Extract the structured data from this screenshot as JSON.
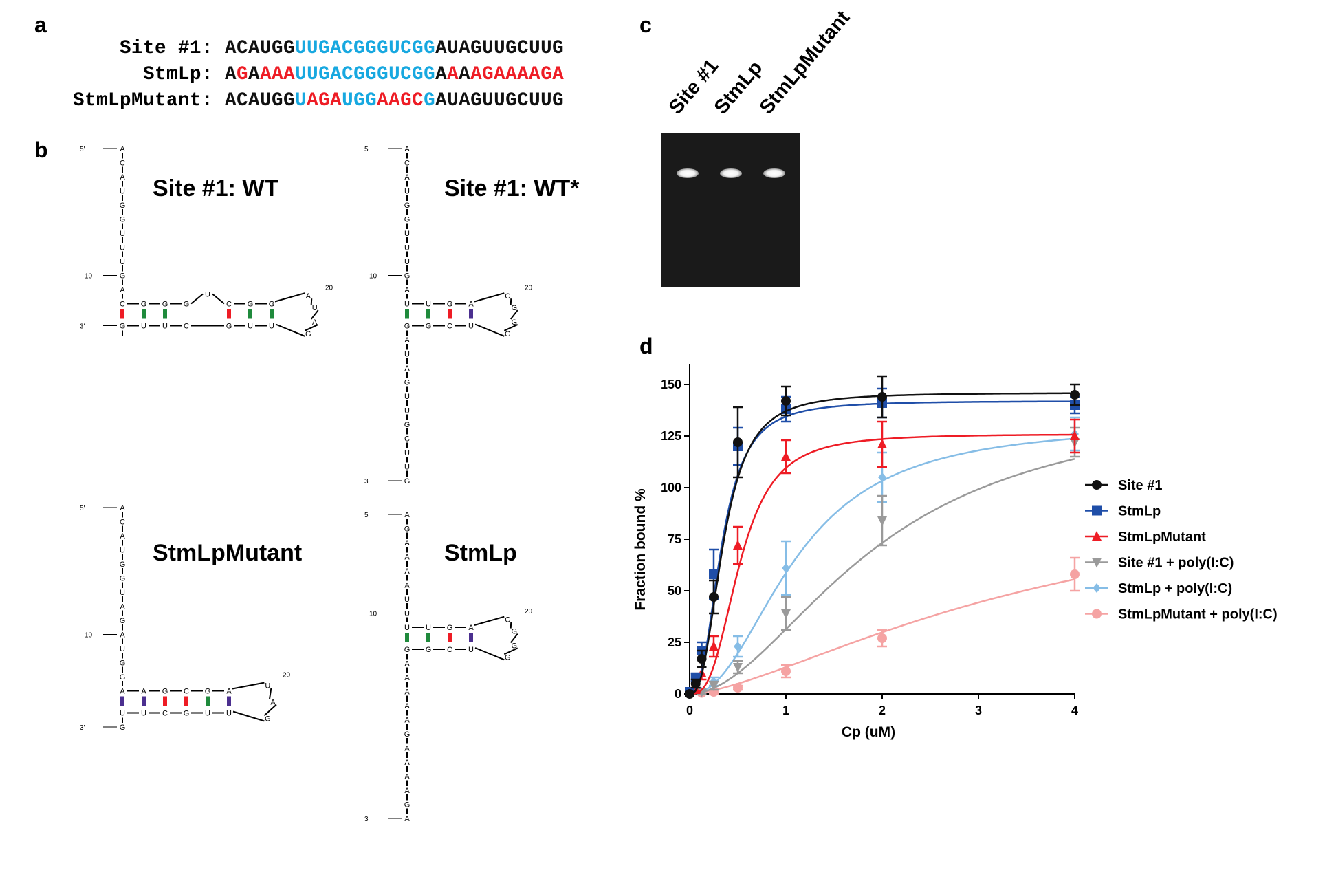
{
  "panel_a": {
    "letter": "a",
    "rows": [
      {
        "label": "Site #1:",
        "segments": [
          {
            "t": "ACAUGG",
            "c": "k"
          },
          {
            "t": "UUGACGGGUCGG",
            "c": "b"
          },
          {
            "t": "AUAGUUGCUUG",
            "c": "k"
          }
        ]
      },
      {
        "label": "StmLp:",
        "segments": [
          {
            "t": "A",
            "c": "k"
          },
          {
            "t": "G",
            "c": "r"
          },
          {
            "t": "A",
            "c": "k"
          },
          {
            "t": "AAA",
            "c": "r"
          },
          {
            "t": "UUGACGGGUCGG",
            "c": "b"
          },
          {
            "t": "A",
            "c": "k"
          },
          {
            "t": "A",
            "c": "r"
          },
          {
            "t": "A",
            "c": "k"
          },
          {
            "t": "AGAAAAGA",
            "c": "r"
          }
        ]
      },
      {
        "label": "StmLpMutant:",
        "segments": [
          {
            "t": "ACAUGG",
            "c": "k"
          },
          {
            "t": "U",
            "c": "b"
          },
          {
            "t": "AGA",
            "c": "r"
          },
          {
            "t": "U",
            "c": "b"
          },
          {
            "t": "GG",
            "c": "b"
          },
          {
            "t": "AAGC",
            "c": "r"
          },
          {
            "t": "G",
            "c": "b"
          },
          {
            "t": "AUAGUUGCUUG",
            "c": "k"
          }
        ]
      }
    ]
  },
  "panel_b": {
    "letter": "b",
    "structures": [
      {
        "title": "Site #1: WT",
        "five": "5'",
        "three": "3'",
        "n10": "10",
        "n20": "20",
        "stem5": "ACAUGGUUUGA",
        "top": [
          "C",
          "G",
          "G",
          "G",
          "U",
          "C",
          "G",
          "G"
        ],
        "loop": [
          "A",
          "U",
          "A",
          "G"
        ],
        "bottom": [
          "G",
          "U",
          "U",
          "C",
          "",
          "G",
          "U",
          "U"
        ],
        "pairs": [
          "r",
          "g",
          "g",
          "",
          "",
          "r",
          "g",
          "g"
        ],
        "tail": ""
      },
      {
        "title": "Site #1: WT*",
        "five": "5'",
        "three": "3'",
        "n10": "10",
        "n20": "20",
        "stem5": "ACAUGGUUUGA",
        "top": [
          "U",
          "U",
          "G",
          "A"
        ],
        "loop": [
          "C",
          "G",
          "G",
          "G"
        ],
        "bottom": [
          "G",
          "G",
          "C",
          "U"
        ],
        "pairs": [
          "g",
          "g",
          "r",
          "p"
        ],
        "tail": "AUAGUUGCUUG"
      },
      {
        "title": "StmLpMutant",
        "five": "5'",
        "three": "3'",
        "n10": "10",
        "n20": "20",
        "stem5": "ACAUGGUAGAUGG",
        "top": [
          "A",
          "A",
          "G",
          "C",
          "G",
          "A"
        ],
        "loop": [
          "U",
          "A",
          "G"
        ],
        "bottom": [
          "U",
          "U",
          "C",
          "G",
          "U",
          "U"
        ],
        "pairs": [
          "p",
          "p",
          "r",
          "r",
          "g",
          "p"
        ],
        "tail": "G"
      },
      {
        "title": "StmLp",
        "five": "5'",
        "three": "3'",
        "n10": "10",
        "n20": "20",
        "stem5": "AGAAAAUU",
        "top": [
          "U",
          "U",
          "G",
          "A"
        ],
        "loop": [
          "C",
          "G",
          "G",
          "G"
        ],
        "bottom": [
          "G",
          "G",
          "C",
          "U"
        ],
        "pairs": [
          "g",
          "g",
          "r",
          "p"
        ],
        "tail": "AAAAAGAAAAGA"
      }
    ],
    "pair_colors": {
      "g": "#1f8a3c",
      "r": "#ee1c25",
      "p": "#4b2f8f"
    }
  },
  "panel_c": {
    "letter": "c",
    "lanes": [
      "Site #1",
      "StmLp",
      "StmLpMutant"
    ]
  },
  "panel_d": {
    "letter": "d"
  },
  "chart_data": {
    "type": "line",
    "xlabel": "Cp (uM)",
    "ylabel": "Fraction bound  %",
    "xlim": [
      0,
      4
    ],
    "ylim": [
      0,
      160
    ],
    "x_ticks": [
      0,
      1,
      2,
      3,
      4
    ],
    "y_ticks": [
      0,
      25,
      50,
      75,
      100,
      125,
      150
    ],
    "legend_position": "right",
    "grid": false,
    "series": [
      {
        "name": "Site #1",
        "color": "#111111",
        "marker": "circle",
        "x": [
          0,
          0.0625,
          0.125,
          0.25,
          0.5,
          1,
          2,
          4
        ],
        "y": [
          0,
          5,
          17,
          47,
          122,
          142,
          144,
          145
        ],
        "err": [
          1,
          2,
          4,
          8,
          17,
          7,
          10,
          5
        ],
        "fit": {
          "top": 146,
          "k": 0.35,
          "n": 2.6
        }
      },
      {
        "name": "StmLp",
        "color": "#1f4ea8",
        "marker": "square",
        "x": [
          0,
          0.0625,
          0.125,
          0.25,
          0.5,
          1,
          2,
          4
        ],
        "y": [
          1,
          8,
          21,
          58,
          120,
          138,
          141,
          140
        ],
        "err": [
          1,
          2,
          4,
          12,
          9,
          6,
          7,
          4
        ],
        "fit": {
          "top": 142,
          "k": 0.33,
          "n": 2.6
        }
      },
      {
        "name": "StmLpMutant",
        "color": "#ee1c25",
        "marker": "triangle",
        "x": [
          0.0625,
          0.125,
          0.25,
          0.5,
          1,
          2,
          4
        ],
        "y": [
          2,
          10,
          23,
          72,
          115,
          121,
          125
        ],
        "err": [
          1,
          3,
          5,
          9,
          8,
          11,
          8
        ],
        "fit": {
          "top": 126,
          "k": 0.52,
          "n": 2.9
        }
      },
      {
        "name": "Site #1 + poly(I:C)",
        "color": "#9a9a9a",
        "marker": "triangle-down",
        "x": [
          0.125,
          0.25,
          0.5,
          1,
          2,
          4
        ],
        "y": [
          1,
          4,
          13,
          39,
          84,
          122
        ],
        "err": [
          1,
          2,
          3,
          8,
          12,
          7
        ],
        "fit": {
          "top": 143,
          "k": 1.95,
          "n": 1.9
        }
      },
      {
        "name": "StmLp + poly(I:C)",
        "color": "#86bde6",
        "marker": "diamond",
        "x": [
          0.125,
          0.25,
          0.5,
          1,
          2,
          4
        ],
        "y": [
          1,
          6,
          23,
          61,
          105,
          126
        ],
        "err": [
          1,
          2,
          5,
          13,
          12,
          8
        ],
        "fit": {
          "top": 131,
          "k": 1.1,
          "n": 2.2
        }
      },
      {
        "name": "StmLpMutant + poly(I:C)",
        "color": "#f5a3a3",
        "marker": "circle",
        "x": [
          0.125,
          0.25,
          0.5,
          1,
          2,
          4
        ],
        "y": [
          0.5,
          1,
          3,
          11,
          27,
          58
        ],
        "err": [
          0.5,
          1,
          1,
          3,
          4,
          8
        ],
        "fit": {
          "top": 105,
          "k": 3.7,
          "n": 1.5
        }
      }
    ]
  }
}
